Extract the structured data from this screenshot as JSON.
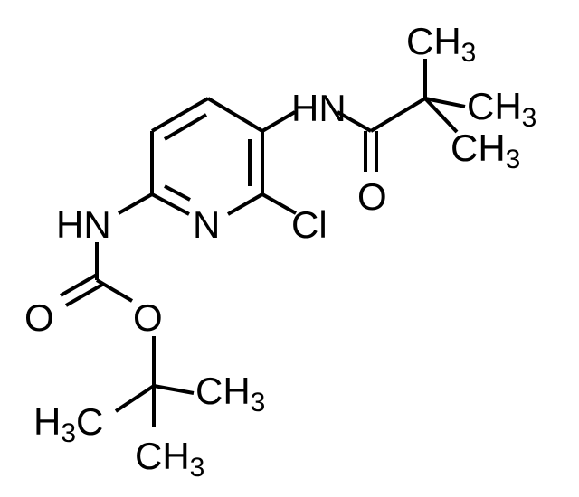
{
  "atom_labels": {
    "nh_amide": "HN",
    "ch3_top": "CH",
    "ch3_top_sub": "3",
    "ch3_right": "CH",
    "ch3_right_sub": "3",
    "ch3_mid": "CH",
    "ch3_mid_sub": "3",
    "o_amide": "O",
    "nh_carbamate": "HN",
    "n_ring": "N",
    "cl": "Cl",
    "o_carbonyl": "O",
    "o_ester": "O",
    "ch3_tbu_right": "CH",
    "ch3_tbu_right_sub": "3",
    "h3c_tbu_left": "H",
    "h3c_tbu_left_sub": "3",
    "h3c_tbu_left_end": "C",
    "ch3_tbu_bottom": "CH",
    "ch3_tbu_bottom_sub": "3"
  },
  "colors": {
    "ink": "#000000",
    "background": "#ffffff"
  }
}
